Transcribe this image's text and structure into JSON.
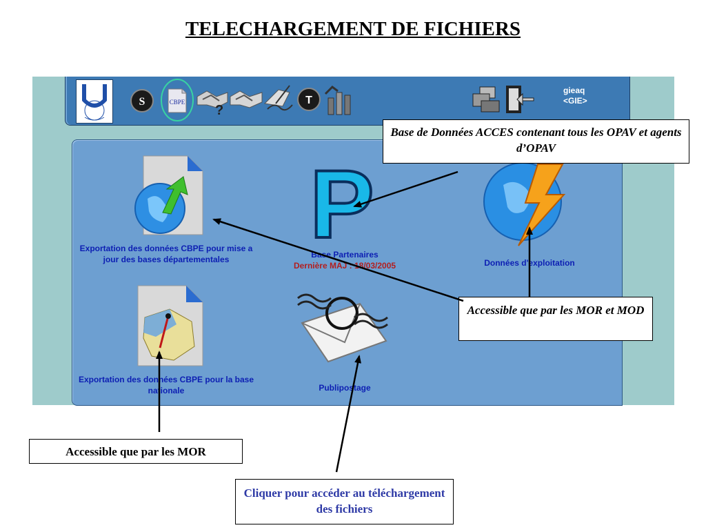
{
  "slide": {
    "title": "TELECHARGEMENT DE FICHIERS"
  },
  "toolbar": {
    "cbpe_label": "CBPE",
    "dollar_label": "S",
    "t_label": "T",
    "user_name": "gieaq",
    "user_group": "<GIE>"
  },
  "panel": {
    "export_departemental": "Exportation des données CBPE pour mise a jour des bases départementales",
    "base_partenaires": "Base Partenaires",
    "derniere_maj": "Dernière MAJ : 18/03/2005",
    "donnees_exploitation": "Données d'exploitation",
    "export_national": "Exportation des données CBPE pour la base nationale",
    "publipostage": "Publipostage",
    "p_letter": "P"
  },
  "callouts": {
    "base_acces": "Base de Données ACCES contenant tous les OPAV et agents d’OPAV",
    "mor_mod": "Accessible que par les MOR et MOD",
    "mor_only": "Accessible que par les MOR",
    "cliquer": "Cliquer pour accéder au téléchargement des fichiers"
  },
  "colors": {
    "toolbar_bg": "#3d7ab4",
    "panel_bg": "#6d9fd1",
    "window_bg": "#9ecbcb",
    "label_blue": "#0d1fb3",
    "date_red": "#b31e1e",
    "callout_blue": "#2e3aa6"
  }
}
